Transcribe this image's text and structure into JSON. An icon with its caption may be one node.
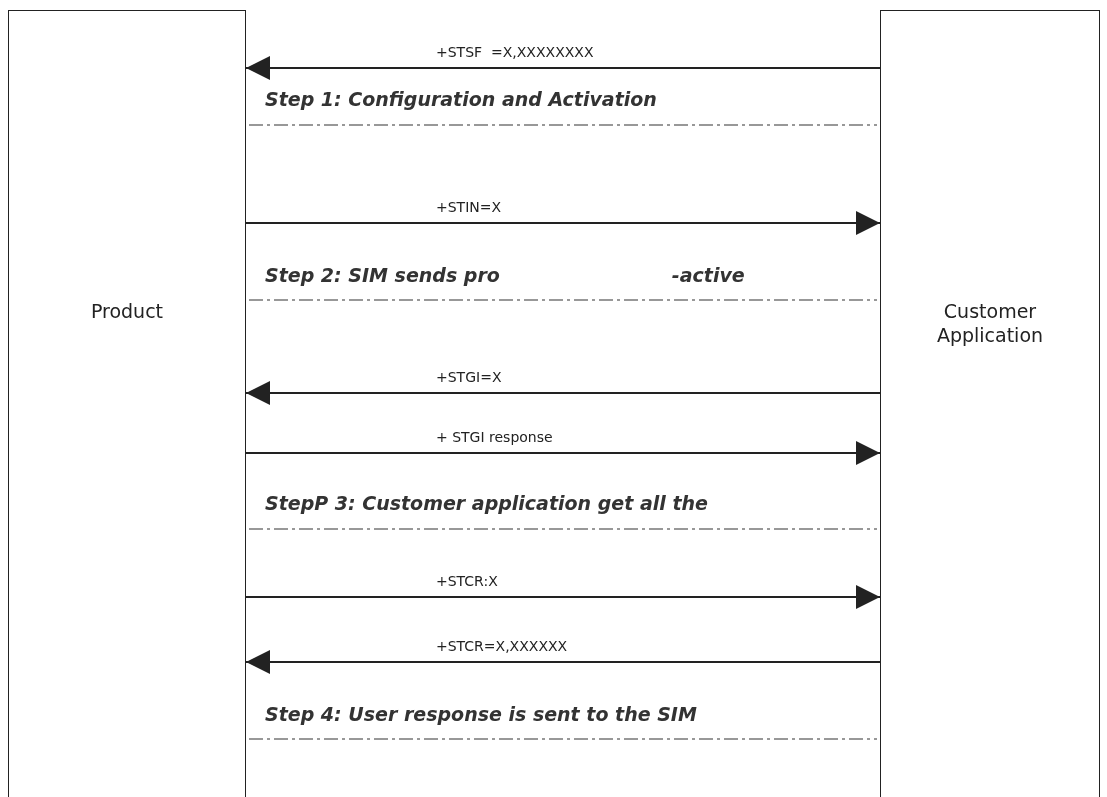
{
  "diagram": {
    "nodes": [
      {
        "text": [
          "Product"
        ]
      },
      {
        "text": [
          "Customer Application"
        ]
      }
    ],
    "edges": [
      {
        "from": 1,
        "to": 0,
        "arrow": "to",
        "label": "+STSF  =X,XXXXXXXX"
      },
      {
        "from": 0,
        "to": 1,
        "arrow": "to",
        "label": "+STIN=X"
      },
      {
        "from": 1,
        "to": 0,
        "arrow": "to",
        "label": "+STGI=X"
      },
      {
        "from": 0,
        "to": 1,
        "arrow": "to",
        "label": "+ STGI response"
      },
      {
        "from": 0,
        "to": 1,
        "arrow": "to",
        "label": "+STCR:X"
      },
      {
        "from": 1,
        "to": 0,
        "arrow": "to",
        "label": "+STCR=X,XXXXXX"
      }
    ],
    "labels": [
      "Step 1: Configuration and Activation",
      "Step 2: SIM sends pro                          -active",
      "StepP 3: Customer application get all the",
      "Step 4: User response is sent to the SIM"
    ]
  }
}
